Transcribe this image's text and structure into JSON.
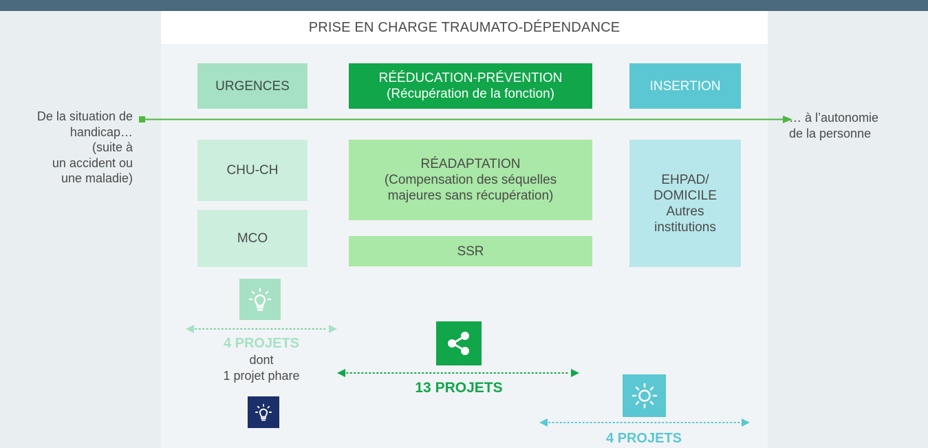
{
  "title": "PRISE EN CHARGE TRAUMATO-DÉPENDANCE",
  "columns": {
    "urgences": "URGENCES",
    "reeducation": [
      "RÉÉDUCATION-PRÉVENTION",
      "(Récupération de la fonction)"
    ],
    "insertion": "INSERTION"
  },
  "boxes": {
    "chu": "CHU-CH",
    "mco": "MCO",
    "readaptation": [
      "RÉADAPTATION",
      "(Compensation des séquelles",
      "majeures sans récupération)"
    ],
    "ssr": "SSR",
    "ehpad": [
      "EHPAD/",
      "DOMICILE",
      "Autres",
      "institutions"
    ]
  },
  "left_text": [
    "De la situation de",
    "handicap…",
    "(suite à",
    "un accident ou",
    "une maladie)"
  ],
  "right_text": [
    "… à l’autonomie",
    "de la personne"
  ],
  "projects": {
    "left": {
      "count": "4 PROJETS",
      "sub1": "dont",
      "sub2": "1 projet phare",
      "icon": "lightbulb-icon",
      "sub_icon": "lightbulb-icon"
    },
    "center": {
      "count": "13 PROJETS",
      "icon": "share-icon"
    },
    "right": {
      "count": "4 PROJETS",
      "icon": "sun-icon"
    }
  },
  "colors": {
    "header_bar": "#4b6a7d",
    "urgences": "#a6e1c4",
    "reeducation": "#11a64a",
    "insertion": "#5ac7d2",
    "light_green": "#cbeedd",
    "mid_green": "#a9e8a6",
    "light_cyan": "#b7e7ea",
    "axis_green": "#4cb83e",
    "navy": "#1b2f6b"
  }
}
